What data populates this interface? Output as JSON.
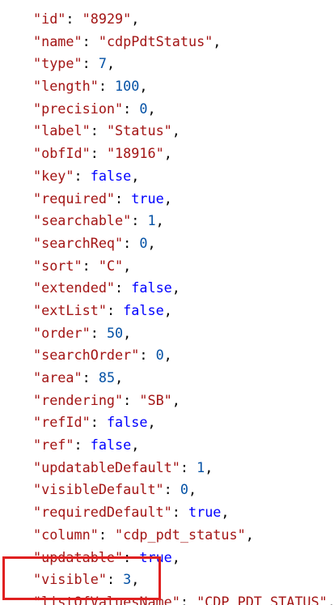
{
  "properties": [
    {
      "key": "\"id\"",
      "value": "\"8929\"",
      "type": "string"
    },
    {
      "key": "\"name\"",
      "value": "\"cdpPdtStatus\"",
      "type": "string"
    },
    {
      "key": "\"type\"",
      "value": "7",
      "type": "number"
    },
    {
      "key": "\"length\"",
      "value": "100",
      "type": "number"
    },
    {
      "key": "\"precision\"",
      "value": "0",
      "type": "number"
    },
    {
      "key": "\"label\"",
      "value": "\"Status\"",
      "type": "string"
    },
    {
      "key": "\"obfId\"",
      "value": "\"18916\"",
      "type": "string"
    },
    {
      "key": "\"key\"",
      "value": "false",
      "type": "boolean"
    },
    {
      "key": "\"required\"",
      "value": "true",
      "type": "boolean"
    },
    {
      "key": "\"searchable\"",
      "value": "1",
      "type": "number"
    },
    {
      "key": "\"searchReq\"",
      "value": "0",
      "type": "number"
    },
    {
      "key": "\"sort\"",
      "value": "\"C\"",
      "type": "string"
    },
    {
      "key": "\"extended\"",
      "value": "false",
      "type": "boolean"
    },
    {
      "key": "\"extList\"",
      "value": "false",
      "type": "boolean"
    },
    {
      "key": "\"order\"",
      "value": "50",
      "type": "number"
    },
    {
      "key": "\"searchOrder\"",
      "value": "0",
      "type": "number"
    },
    {
      "key": "\"area\"",
      "value": "85",
      "type": "number"
    },
    {
      "key": "\"rendering\"",
      "value": "\"SB\"",
      "type": "string"
    },
    {
      "key": "\"refId\"",
      "value": "false",
      "type": "boolean"
    },
    {
      "key": "\"ref\"",
      "value": "false",
      "type": "boolean"
    },
    {
      "key": "\"updatableDefault\"",
      "value": "1",
      "type": "number"
    },
    {
      "key": "\"visibleDefault\"",
      "value": "0",
      "type": "number"
    },
    {
      "key": "\"requiredDefault\"",
      "value": "true",
      "type": "boolean"
    },
    {
      "key": "\"column\"",
      "value": "\"cdp_pdt_status\"",
      "type": "string"
    },
    {
      "key": "\"updatable\"",
      "value": "true",
      "type": "boolean"
    },
    {
      "key": "\"visible\"",
      "value": "3",
      "type": "number"
    },
    {
      "key": "\"listOfValuesName\"",
      "value": "\"CDP_PDT_STATUS\"",
      "type": "string"
    }
  ],
  "colors": {
    "key": "#a31515",
    "string": "#a31515",
    "number": "#0451a5",
    "boolean": "#0000ff",
    "highlight": "#e02020"
  }
}
